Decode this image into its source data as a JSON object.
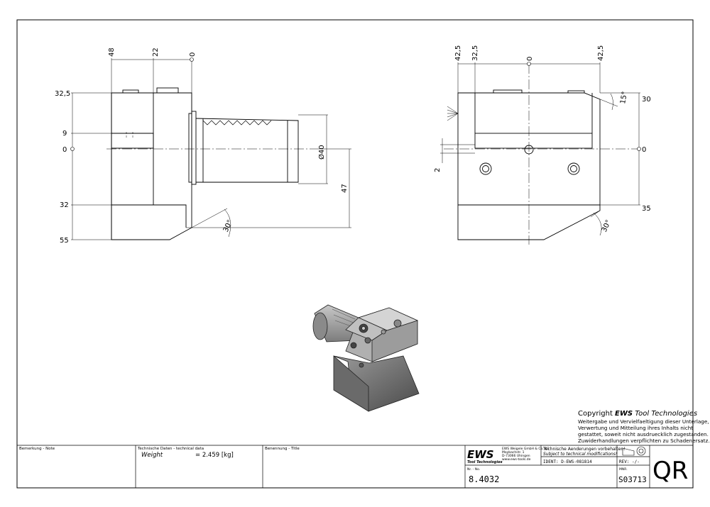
{
  "side_view": {
    "dims_top": [
      "48",
      "22",
      "0"
    ],
    "dims_left": [
      "32,5",
      "9",
      "0",
      "32",
      "55"
    ],
    "dim_diameter": "Ø40",
    "dim_right": "47",
    "angle": "30°"
  },
  "front_view": {
    "dims_top": [
      "42,5",
      "32,5",
      "0",
      "42,5"
    ],
    "dims_right": [
      "30",
      "0",
      "35"
    ],
    "dim_left": "2",
    "angle_top": "15°",
    "angle_bottom": "30°"
  },
  "copyright": {
    "title_prefix": "Copyright ",
    "title_brand": "EWS",
    "title_suffix": " Tool Technologies",
    "lines": [
      "Weitergabe und Vervielfaeltigung dieser Unterlage,",
      "Verwertung und Mitteilung ihres Inhalts nicht",
      "gestattet, soweit nicht ausdruecklich zugestanden.",
      "Zuwiderhandlungen verpflichten zu Schadenersatz."
    ]
  },
  "title_block": {
    "remark_label": "Bemerkung - Note",
    "tech_label": "Technische Daten - technical data",
    "weight_label": "Weight",
    "weight_value": "= 2.459 [kg]",
    "name_label": "Benennung - Title",
    "logo_text": "EWS",
    "logo_sub": "Tool Technologies",
    "company_lines": [
      "EWS Weigele GmbH & Co. KG",
      "Maybachstr. 1",
      "D-73066 Uhingen",
      "www.ews-tools.de"
    ],
    "changes_de": "Technische Aenderungen vorbehalten!",
    "changes_en": "Subject to technical modifications!",
    "ident": "IDENT: D-EWS-081814",
    "rev": "REV: -/-",
    "nr_label": "Nr. - No.",
    "nr_value": "8.4032",
    "mnr_label": "MNR.",
    "mnr_value": "S03713",
    "qr": "QR"
  }
}
